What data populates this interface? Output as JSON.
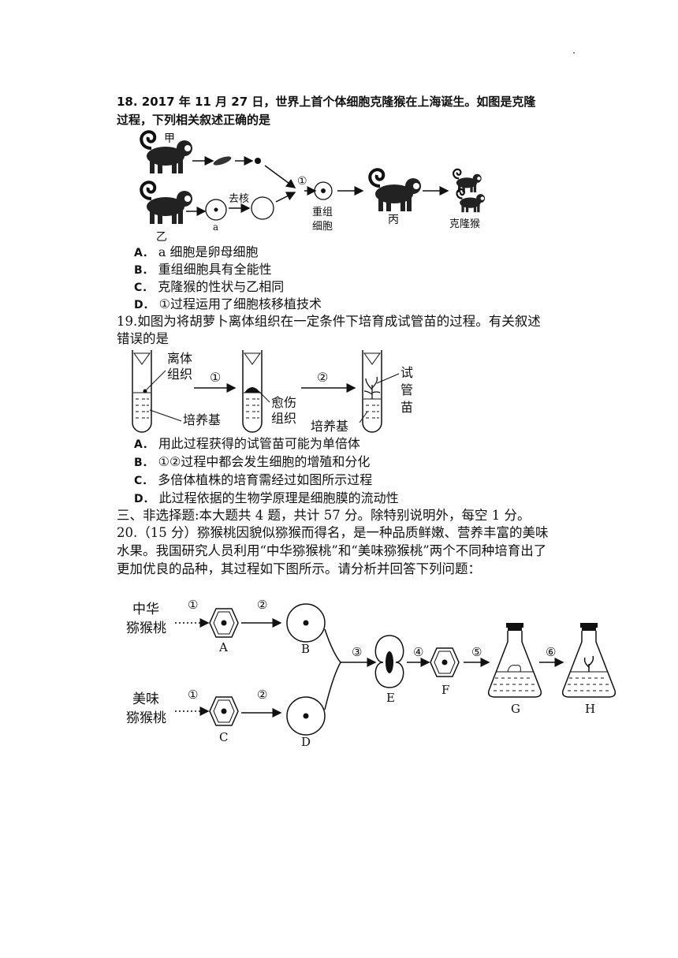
{
  "q18": {
    "stem_line1": "18. 2017 年 11 月 27 日，世界上首个体细胞克隆猴在上海诞生。如图是克隆",
    "stem_line2": "过程，下列相关叙述正确的是",
    "figure": {
      "label_jia": "甲",
      "label_yi": "乙",
      "label_a": "a",
      "label_remove_nucleus": "去核",
      "label_step1": "①",
      "label_reconstructed_1": "重组",
      "label_reconstructed_2": "细胞",
      "label_bing": "丙",
      "label_clone_monkey": "克隆猴"
    },
    "options": [
      {
        "letter": "A．",
        "text": "a 细胞是卵母细胞"
      },
      {
        "letter": "B．",
        "text": "重组细胞具有全能性"
      },
      {
        "letter": "C．",
        "text": "克隆猴的性状与乙相同"
      },
      {
        "letter": "D．",
        "text": "①过程运用了细胞核移植技术"
      }
    ]
  },
  "q19": {
    "stem_line1": "19.如图为将胡萝卜离体组织在一定条件下培育成试管苗的过程。有关叙述",
    "stem_line2": "错误的是",
    "figure": {
      "label_isolated_1": "离体",
      "label_isolated_2": "组织",
      "label_medium_1": "培养基",
      "label_callus_1": "愈伤",
      "label_callus_2": "组织",
      "label_medium_2": "培养基",
      "label_seedling_1": "试",
      "label_seedling_2": "管",
      "label_seedling_3": "苗",
      "label_step1": "①",
      "label_step2": "②"
    },
    "options": [
      {
        "letter": "A．",
        "text": "用此过程获得的试管苗可能为单倍体"
      },
      {
        "letter": "B．",
        "text": "①②过程中都会发生细胞的增殖和分化"
      },
      {
        "letter": "C．",
        "text": "多倍体植株的培育需经过如图所示过程"
      },
      {
        "letter": "D．",
        "text": "此过程依据的生物学原理是细胞膜的流动性"
      }
    ]
  },
  "section3": {
    "heading": "三、非选择题:本大题共 4 题，共计 57 分。除特别说明外，每空 1 分。"
  },
  "q20": {
    "line1": "20.（15 分）猕猴桃因貌似猕猴而得名，是一种品质鲜嫩、营养丰富的美味",
    "line2": "水果。我国研究人员利用“中华猕猴桃”和“美味猕猴桃”两个不同种培育出了",
    "line3": "更加优良的品种，其过程如下图所示。请分析并回答下列问题：",
    "figure": {
      "label_zhonghua_1": "中华",
      "label_zhonghua_2": "猕猴桃",
      "label_meiwei_1": "美味",
      "label_meiwei_2": "猕猴桃",
      "label_A": "A",
      "label_B": "B",
      "label_C": "C",
      "label_D": "D",
      "label_E": "E",
      "label_F": "F",
      "label_G": "G",
      "label_H": "H",
      "step1": "①",
      "step2": "②",
      "step3": "③",
      "step4": "④",
      "step5": "⑤",
      "step6": "⑥"
    }
  }
}
